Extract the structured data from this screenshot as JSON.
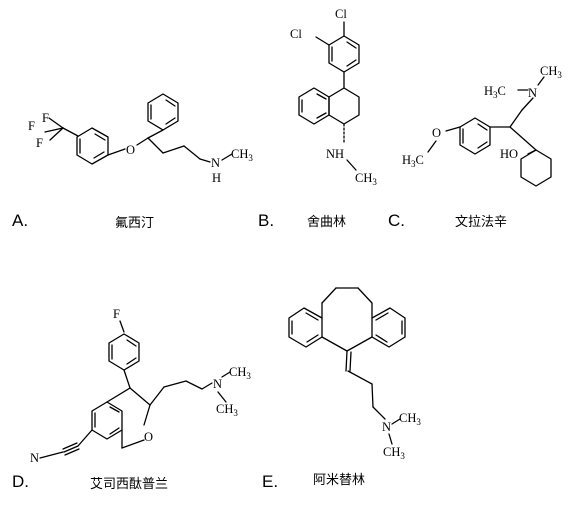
{
  "options": [
    {
      "letter": "A.",
      "name": "氟西汀"
    },
    {
      "letter": "B.",
      "name": "舍曲林"
    },
    {
      "letter": "C.",
      "name": "文拉法辛"
    },
    {
      "letter": "D.",
      "name": "艾司西酞普兰"
    },
    {
      "letter": "E.",
      "name": "阿米替林"
    }
  ],
  "atoms": {
    "F": "F",
    "O": "O",
    "N": "N",
    "H": "H",
    "Cl": "Cl",
    "NH": "NH",
    "CH3": "CH",
    "H3C": "H",
    "three": "3",
    "C": "C",
    "HO": "HO",
    "NC": "N"
  }
}
